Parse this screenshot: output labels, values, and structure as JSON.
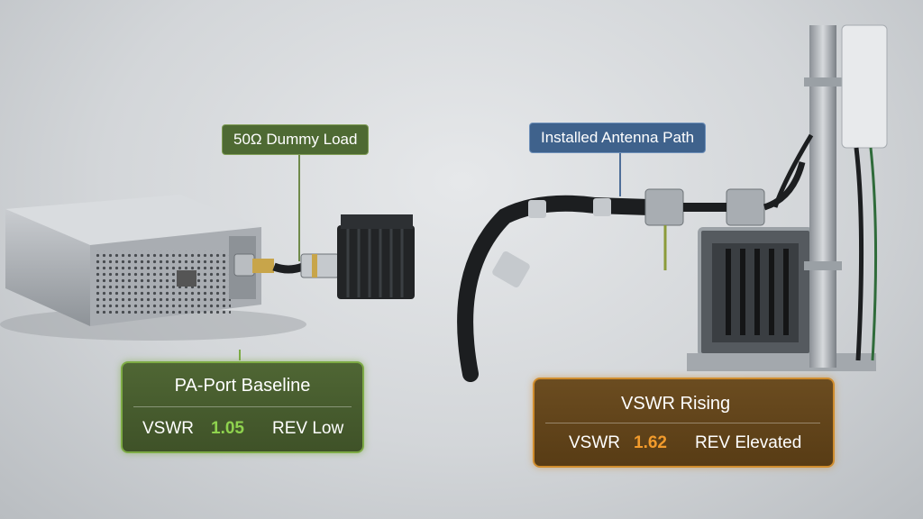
{
  "labels": {
    "dummy_load": "50Ω Dummy Load",
    "antenna_path": "Installed Antenna Path"
  },
  "baseline": {
    "title": "PA-Port Baseline",
    "metric_label": "VSWR",
    "metric_value": "1.05",
    "status": "REV Low"
  },
  "rising": {
    "title": "VSWR Rising",
    "metric_label": "VSWR",
    "metric_value": "1.62",
    "status": "REV Elevated"
  },
  "colors": {
    "ok_accent": "#8fd34e",
    "warn_accent": "#f29b2c",
    "label_green": "#4e6a33",
    "label_blue": "#3f628c"
  }
}
